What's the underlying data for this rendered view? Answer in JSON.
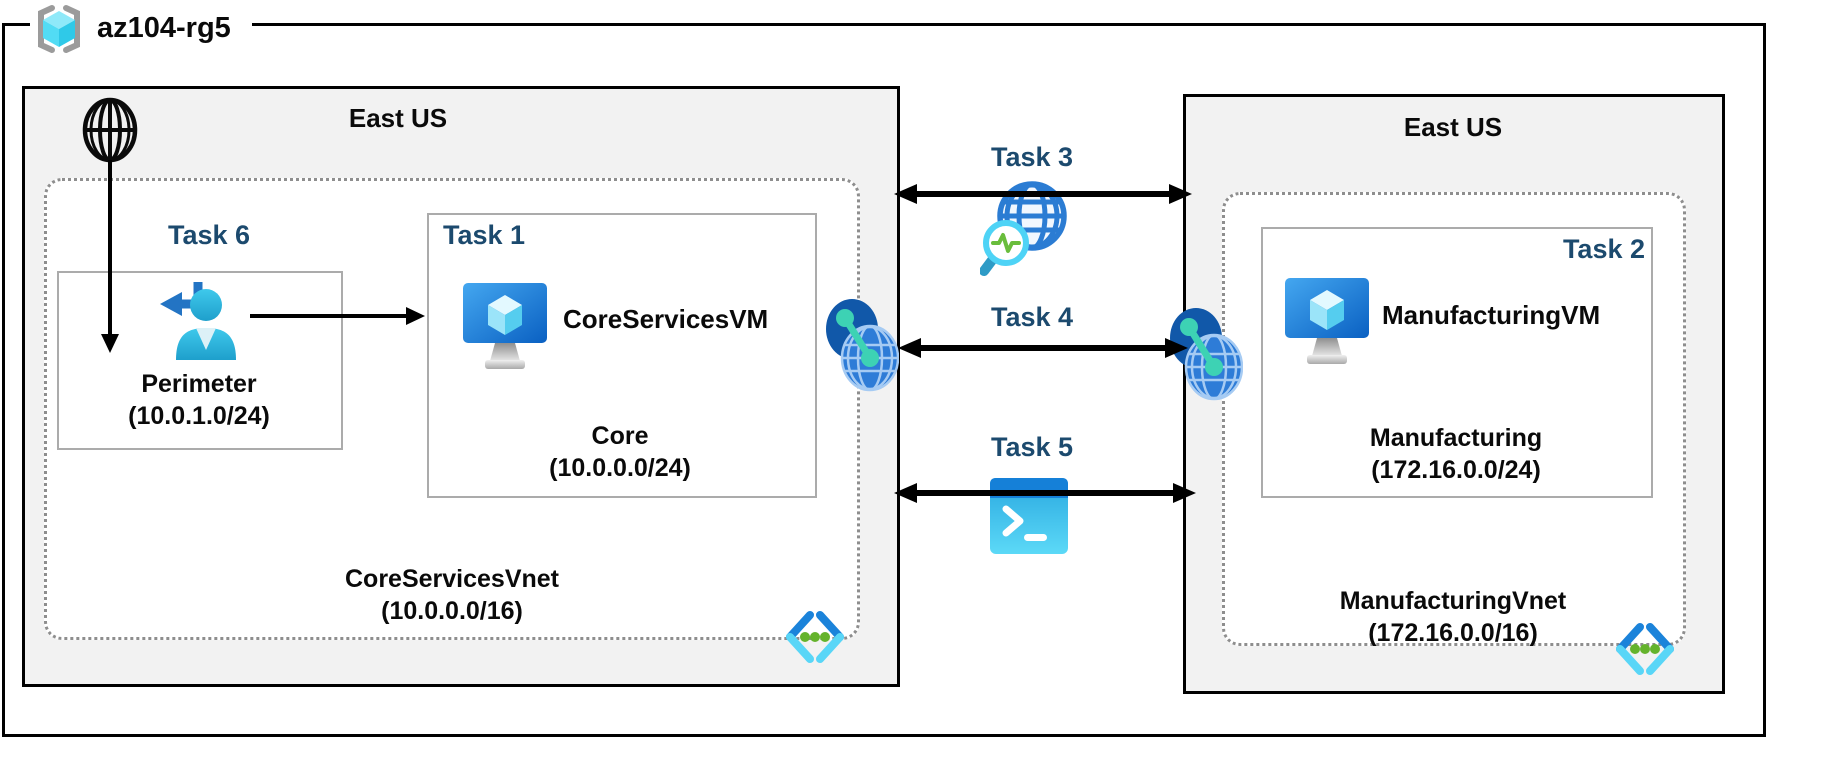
{
  "resource_group": {
    "label": "az104-rg5"
  },
  "regions": {
    "left": {
      "title": "East US",
      "vnet_name": "CoreServicesVnet",
      "vnet_cidr": "(10.0.0.0/16)",
      "subnet_perimeter": {
        "task": "Task 6",
        "name": "Perimeter",
        "cidr": "(10.0.1.0/24)"
      },
      "subnet_core": {
        "task": "Task 1",
        "vm_name": "CoreServicesVM",
        "name": "Core",
        "cidr": "(10.0.0.0/24)"
      }
    },
    "right": {
      "title": "East US",
      "vnet_name": "ManufacturingVnet",
      "vnet_cidr": "(172.16.0.0/16)",
      "subnet_manufacturing": {
        "task": "Task 2",
        "vm_name": "ManufacturingVM",
        "name": "Manufacturing",
        "cidr": "(172.16.0.0/24)"
      }
    }
  },
  "connections": {
    "task3": {
      "label": "Task 3",
      "icon": "network-watcher-icon"
    },
    "task4": {
      "label": "Task 4",
      "icon": "none"
    },
    "task5": {
      "label": "Task 5",
      "icon": "powershell-icon"
    }
  },
  "icons": {
    "resource_group": "resource-group-brackets-cube",
    "internet": "black-globe-outline",
    "user_return": "user-with-return-arrow",
    "virtual_machine": "azure-vm-monitor-cube",
    "network_watcher": "globe-with-magnifier-pulse",
    "powershell": "terminal-prompt-window",
    "vnet_peering": "connected-globes-peering",
    "code_brackets": "angle-brackets-with-green-dots"
  },
  "colors": {
    "task_label": "#1C4A6E",
    "region_fill": "#F2F2F2",
    "region_border": "#000000",
    "subnet_border": "#ABABAB",
    "vnet_dash_border": "#8E8E8E",
    "arrow": "#000000",
    "azure_blue": "#1B83DA",
    "azure_cyan": "#55D4F6",
    "peering_teal": "#3DD2B4",
    "code_green": "#64B32C",
    "person_blue": "#2EB9E0"
  }
}
